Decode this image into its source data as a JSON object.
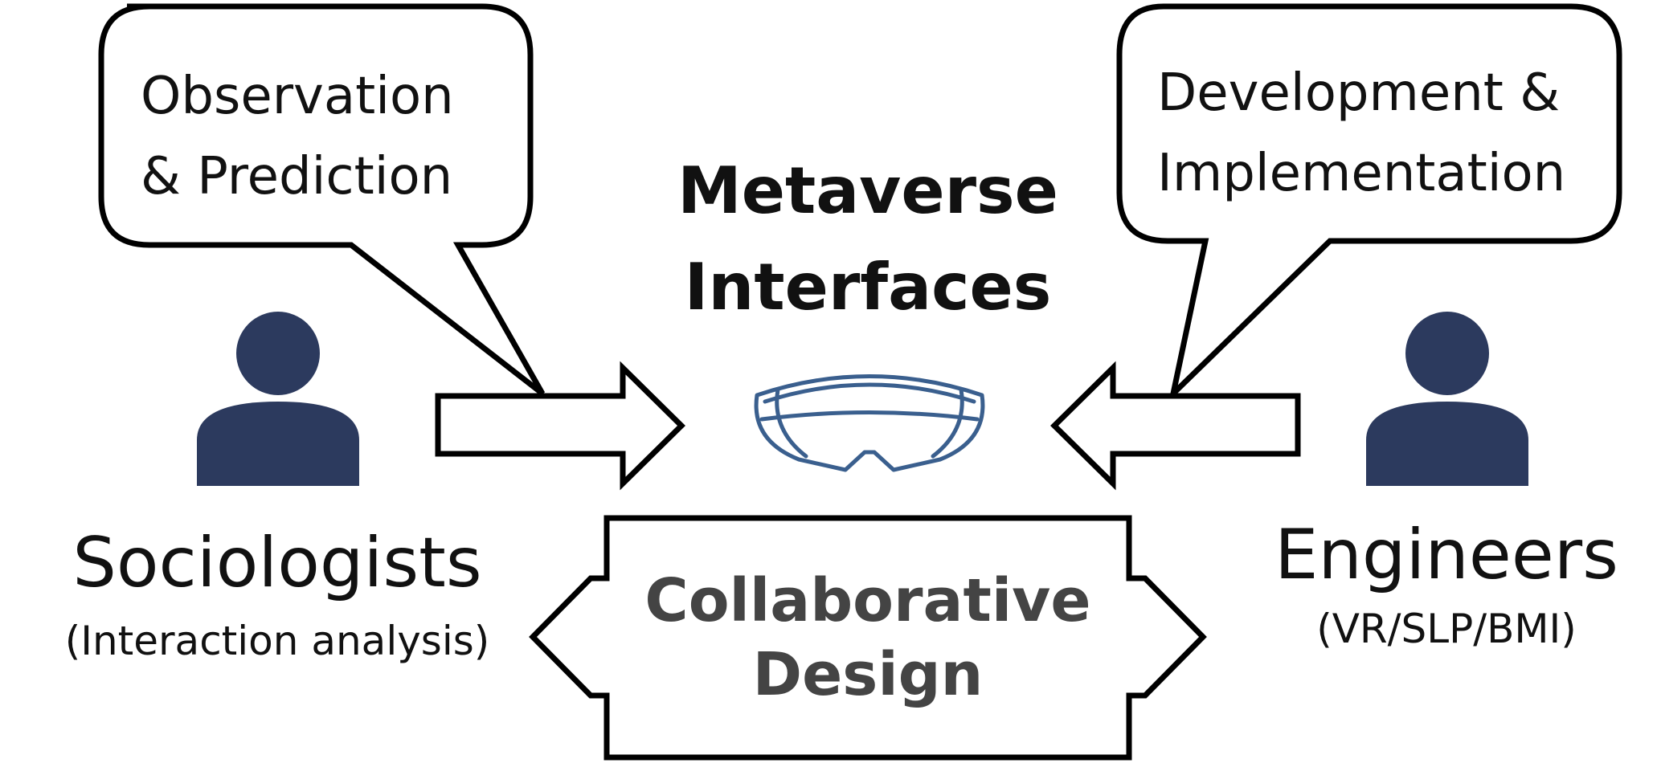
{
  "left_bubble": {
    "line1": "Observation",
    "line2": "& Prediction"
  },
  "right_bubble": {
    "line1": "Development &",
    "line2": "Implementation"
  },
  "center_title": {
    "line1": "Metaverse",
    "line2": "Interfaces"
  },
  "collaboration": {
    "line1": "Collaborative",
    "line2": "Design"
  },
  "sociologists": {
    "name": "Sociologists",
    "detail": "(Interaction analysis)"
  },
  "engineers": {
    "name": "Engineers",
    "detail": "(VR/SLP/BMI)"
  },
  "icons": {
    "people": "person-icon",
    "headset": "vr-goggles-icon"
  },
  "colors": {
    "person_fill": "#2c3a5e",
    "goggles_stroke": "#3a5f8e",
    "collab_text": "#444444"
  }
}
